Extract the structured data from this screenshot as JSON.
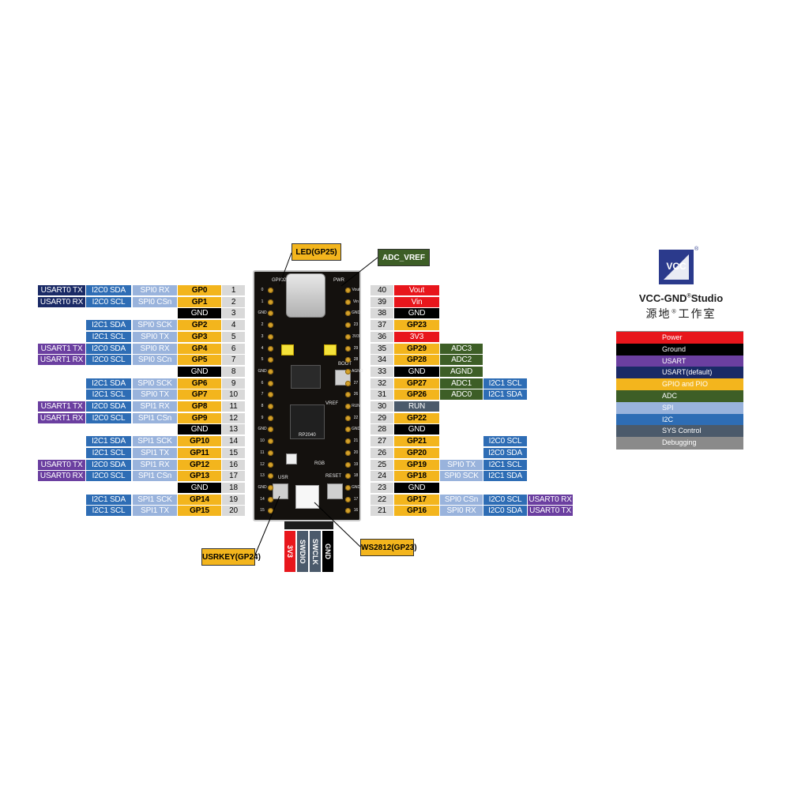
{
  "left_rows": [
    {
      "pin": "1",
      "gp": "GP0",
      "funcs": [
        [
          "usartd",
          "USART0 TX"
        ],
        [
          "i2c",
          "I2C0 SDA"
        ],
        [
          "spi",
          "SPI0 RX"
        ]
      ]
    },
    {
      "pin": "2",
      "gp": "GP1",
      "funcs": [
        [
          "usartd",
          "USART0 RX"
        ],
        [
          "i2c",
          "I2C0 SCL"
        ],
        [
          "spi",
          "SPI0 CSn"
        ]
      ]
    },
    {
      "pin": "3",
      "gp": "GND",
      "funcs": []
    },
    {
      "pin": "4",
      "gp": "GP2",
      "funcs": [
        null,
        [
          "i2c",
          "I2C1 SDA"
        ],
        [
          "spi",
          "SPI0 SCK"
        ]
      ]
    },
    {
      "pin": "5",
      "gp": "GP3",
      "funcs": [
        null,
        [
          "i2c",
          "I2C1 SCL"
        ],
        [
          "spi",
          "SPI0 TX"
        ]
      ]
    },
    {
      "pin": "6",
      "gp": "GP4",
      "funcs": [
        [
          "usartp",
          "USART1 TX"
        ],
        [
          "i2c",
          "I2C0 SDA"
        ],
        [
          "spi",
          "SPI0 RX"
        ]
      ]
    },
    {
      "pin": "7",
      "gp": "GP5",
      "funcs": [
        [
          "usartp",
          "USART1 RX"
        ],
        [
          "i2c",
          "I2C0 SCL"
        ],
        [
          "spi",
          "SPI0 SCn"
        ]
      ]
    },
    {
      "pin": "8",
      "gp": "GND",
      "funcs": []
    },
    {
      "pin": "9",
      "gp": "GP6",
      "funcs": [
        null,
        [
          "i2c",
          "I2C1 SDA"
        ],
        [
          "spi",
          "SPI0 SCK"
        ]
      ]
    },
    {
      "pin": "10",
      "gp": "GP7",
      "funcs": [
        null,
        [
          "i2c",
          "I2C1 SCL"
        ],
        [
          "spi",
          "SPI0 TX"
        ]
      ]
    },
    {
      "pin": "11",
      "gp": "GP8",
      "funcs": [
        [
          "usartp",
          "USART1 TX"
        ],
        [
          "i2c",
          "I2C0 SDA"
        ],
        [
          "spi",
          "SPI1 RX"
        ]
      ]
    },
    {
      "pin": "12",
      "gp": "GP9",
      "funcs": [
        [
          "usartp",
          "USART1 RX"
        ],
        [
          "i2c",
          "I2C0 SCL"
        ],
        [
          "spi",
          "SPI1 CSn"
        ]
      ]
    },
    {
      "pin": "13",
      "gp": "GND",
      "funcs": []
    },
    {
      "pin": "14",
      "gp": "GP10",
      "funcs": [
        null,
        [
          "i2c",
          "I2C1 SDA"
        ],
        [
          "spi",
          "SPI1 SCK"
        ]
      ]
    },
    {
      "pin": "15",
      "gp": "GP11",
      "funcs": [
        null,
        [
          "i2c",
          "I2C1 SCL"
        ],
        [
          "spi",
          "SPI1 TX"
        ]
      ]
    },
    {
      "pin": "16",
      "gp": "GP12",
      "funcs": [
        [
          "usartp",
          "USART0 TX"
        ],
        [
          "i2c",
          "I2C0 SDA"
        ],
        [
          "spi",
          "SPI1 RX"
        ]
      ]
    },
    {
      "pin": "17",
      "gp": "GP13",
      "funcs": [
        [
          "usartp",
          "USART0 RX"
        ],
        [
          "i2c",
          "I2C0 SCL"
        ],
        [
          "spi",
          "SPI1 CSn"
        ]
      ]
    },
    {
      "pin": "18",
      "gp": "GND",
      "funcs": []
    },
    {
      "pin": "19",
      "gp": "GP14",
      "funcs": [
        null,
        [
          "i2c",
          "I2C1 SDA"
        ],
        [
          "spi",
          "SPI1 SCK"
        ]
      ]
    },
    {
      "pin": "20",
      "gp": "GP15",
      "funcs": [
        null,
        [
          "i2c",
          "I2C1 SCL"
        ],
        [
          "spi",
          "SPI1 TX"
        ]
      ]
    }
  ],
  "right_rows": [
    {
      "pin": "40",
      "gp": "Vout",
      "gpc": "pwr",
      "funcs": []
    },
    {
      "pin": "39",
      "gp": "Vin",
      "gpc": "pwr",
      "funcs": []
    },
    {
      "pin": "38",
      "gp": "GND",
      "gpc": "gnd",
      "funcs": []
    },
    {
      "pin": "37",
      "gp": "GP23",
      "gpc": "gp",
      "funcs": []
    },
    {
      "pin": "36",
      "gp": "3V3",
      "gpc": "pwr",
      "funcs": []
    },
    {
      "pin": "35",
      "gp": "GP29",
      "gpc": "gp",
      "funcs": [
        [
          "adc",
          "ADC3"
        ]
      ]
    },
    {
      "pin": "34",
      "gp": "GP28",
      "gpc": "gp",
      "funcs": [
        [
          "adc",
          "ADC2"
        ]
      ]
    },
    {
      "pin": "33",
      "gp": "GND",
      "gpc": "gnd",
      "funcs": [
        [
          "adc",
          "AGND"
        ]
      ]
    },
    {
      "pin": "32",
      "gp": "GP27",
      "gpc": "gp",
      "funcs": [
        [
          "adc",
          "ADC1"
        ],
        [
          "i2c",
          "I2C1 SCL"
        ]
      ]
    },
    {
      "pin": "31",
      "gp": "GP26",
      "gpc": "gp",
      "funcs": [
        [
          "adc",
          "ADC0"
        ],
        [
          "i2c",
          "I2C1 SDA"
        ]
      ]
    },
    {
      "pin": "30",
      "gp": "RUN",
      "gpc": "sys",
      "funcs": []
    },
    {
      "pin": "29",
      "gp": "GP22",
      "gpc": "gp",
      "funcs": []
    },
    {
      "pin": "28",
      "gp": "GND",
      "gpc": "gnd",
      "funcs": []
    },
    {
      "pin": "27",
      "gp": "GP21",
      "gpc": "gp",
      "funcs": [
        null,
        [
          "i2c",
          "I2C0 SCL"
        ]
      ]
    },
    {
      "pin": "26",
      "gp": "GP20",
      "gpc": "gp",
      "funcs": [
        null,
        [
          "i2c",
          "I2C0 SDA"
        ]
      ]
    },
    {
      "pin": "25",
      "gp": "GP19",
      "gpc": "gp",
      "funcs": [
        [
          "spi",
          "SPI0 TX"
        ],
        [
          "i2c",
          "I2C1 SCL"
        ]
      ]
    },
    {
      "pin": "24",
      "gp": "GP18",
      "gpc": "gp",
      "funcs": [
        [
          "spi",
          "SPI0 SCK"
        ],
        [
          "i2c",
          "I2C1 SDA"
        ]
      ]
    },
    {
      "pin": "23",
      "gp": "GND",
      "gpc": "gnd",
      "funcs": []
    },
    {
      "pin": "22",
      "gp": "GP17",
      "gpc": "gp",
      "funcs": [
        [
          "spi",
          "SPI0 CSn"
        ],
        [
          "i2c",
          "I2C0 SCL"
        ],
        [
          "usartp",
          "USART0 RX"
        ]
      ]
    },
    {
      "pin": "21",
      "gp": "GP16",
      "gpc": "gp",
      "funcs": [
        [
          "spi",
          "SPI0 RX"
        ],
        [
          "i2c",
          "I2C0 SDA"
        ],
        [
          "usartp",
          "USART0 TX"
        ]
      ]
    }
  ],
  "callouts": {
    "led": "LED(GP25)",
    "adc_vref": "ADC_VREF",
    "usrkey": "USRKEY(GP24)",
    "ws2812": "WS2812(GP23)"
  },
  "swd_pins": [
    {
      "label": "3V3",
      "cls": "pwr"
    },
    {
      "label": "SWDIO",
      "cls": "sys"
    },
    {
      "label": "SWCLK",
      "cls": "sys"
    },
    {
      "label": "GND",
      "cls": "gnd"
    }
  ],
  "board_silk": {
    "gpio25": "GPIO25",
    "pwr": "PWR",
    "boot": "BOOT",
    "vref": "VREF",
    "rgb": "RGB",
    "usr": "USR",
    "reset": "RESET",
    "chip": "RP2040",
    "left_pins": [
      "0",
      "1",
      "GND",
      "2",
      "3",
      "4",
      "5",
      "GND",
      "6",
      "7",
      "8",
      "9",
      "GND",
      "10",
      "11",
      "12",
      "13",
      "GND",
      "14",
      "15"
    ],
    "right_pins": [
      "Vout",
      "Vin",
      "GND",
      "23",
      "3V3",
      "29",
      "28",
      "AGND",
      "27",
      "26",
      "RUN",
      "22",
      "GND",
      "21",
      "20",
      "19",
      "18",
      "GND",
      "17",
      "16"
    ]
  },
  "brand": {
    "logo_text": "VCC",
    "name": "VCC-GND",
    "registered": "®",
    "studio": "Studio",
    "chinese_name": "源地",
    "chinese_suffix": "工作室"
  },
  "legend": [
    {
      "label": "Power",
      "color": "#e8161c"
    },
    {
      "label": "Ground",
      "color": "#000000"
    },
    {
      "label": "USART",
      "color": "#6b3fa0"
    },
    {
      "label": "USART(default)",
      "color": "#1a2a66"
    },
    {
      "label": "GPIO and PIO",
      "color": "#f3b51d"
    },
    {
      "label": "ADC",
      "color": "#3d5e26"
    },
    {
      "label": "SPI",
      "color": "#99b3dc"
    },
    {
      "label": "I2C",
      "color": "#2e6db5"
    },
    {
      "label": "SYS Control",
      "color": "#4b5a6b"
    },
    {
      "label": "Debugging",
      "color": "#8a8a8a"
    }
  ]
}
